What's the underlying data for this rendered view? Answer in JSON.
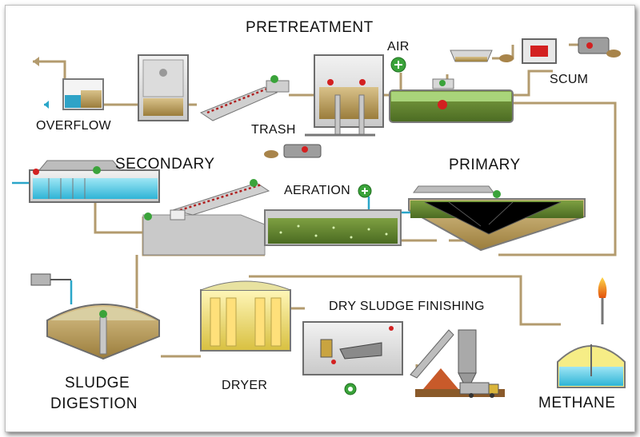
{
  "labels": {
    "pretreatment": "PRETREATMENT",
    "air": "AIR",
    "scum": "SCUM",
    "overflow": "OVERFLOW",
    "trash": "TRASH",
    "secondary": "SECONDARY",
    "primary": "PRIMARY",
    "aeration": "AERATION",
    "dry_sludge_finishing": "DRY SLUDGE FINISHING",
    "sludge": "SLUDGE",
    "digestion": "DIGESTION",
    "dryer": "DRYER",
    "methane": "METHANE"
  },
  "colors": {
    "pipe": "#b39b6e",
    "water": "#4fc6e0",
    "sludge": "#5d7a2f",
    "tank_wall": "#8c8c8c",
    "dryer": "#f3ea9a",
    "fan": "#3aa33a",
    "motor": "#d32020"
  }
}
